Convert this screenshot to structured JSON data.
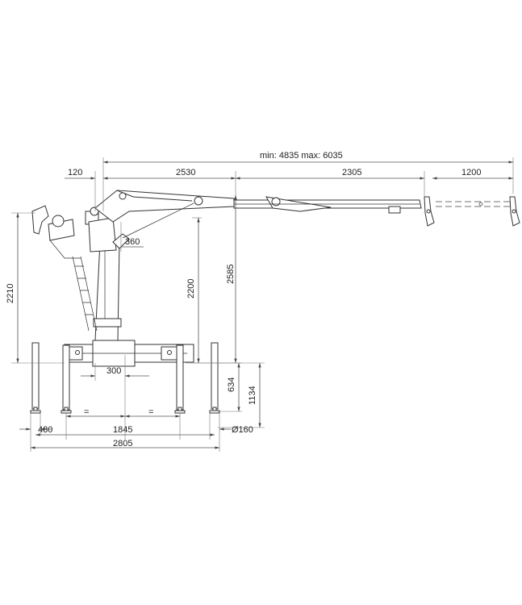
{
  "dimensions": {
    "reach": "min: 4835   max: 6035",
    "d120": "120",
    "d2530": "2530",
    "d2305": "2305",
    "d1200": "1200",
    "d360": "360",
    "d2210": "2210",
    "d2200": "2200",
    "d2585": "2585",
    "d300": "300",
    "d634": "634",
    "d1134": "1134",
    "d480": "480",
    "d1845": "1845",
    "eq": "=",
    "d2805": "2805",
    "d160": "Ø160"
  }
}
